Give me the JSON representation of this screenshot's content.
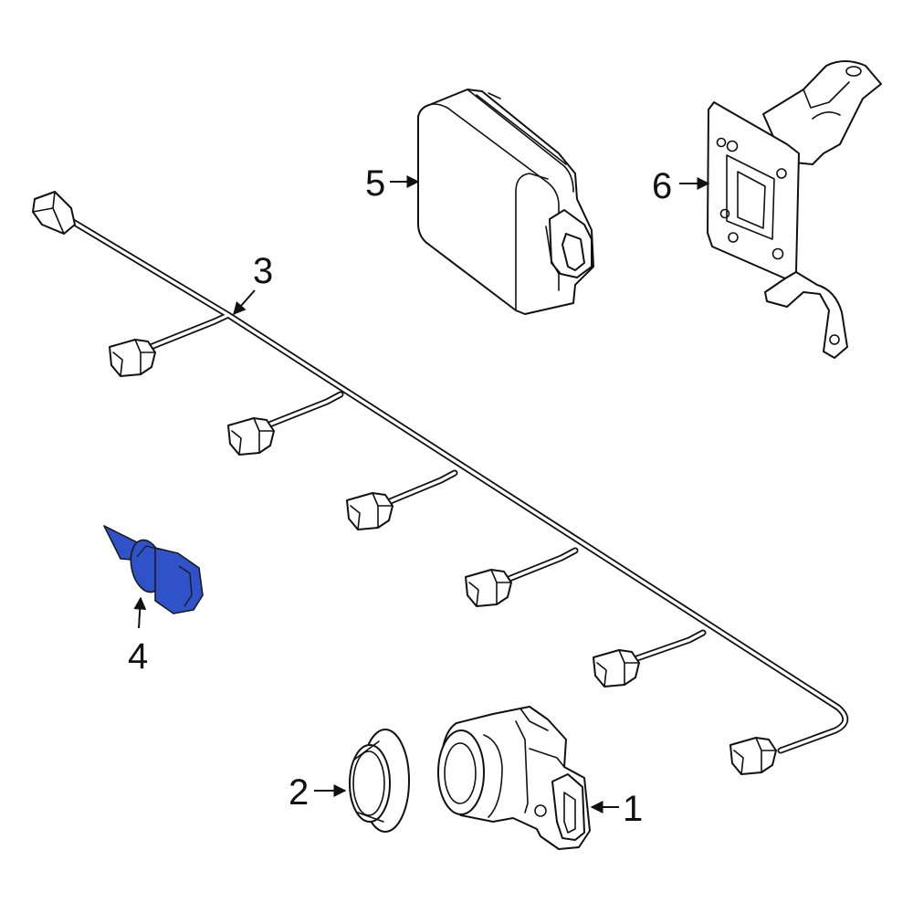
{
  "diagram": {
    "highlight_color": "#2f52c8",
    "line_color": "#111111",
    "background": "#ffffff",
    "callouts": [
      {
        "id": "1",
        "label": "1"
      },
      {
        "id": "2",
        "label": "2"
      },
      {
        "id": "3",
        "label": "3"
      },
      {
        "id": "4",
        "label": "4"
      },
      {
        "id": "5",
        "label": "5"
      },
      {
        "id": "6",
        "label": "6"
      }
    ],
    "parts": [
      {
        "callout": "1",
        "icon": "parking-sensor-icon"
      },
      {
        "callout": "2",
        "icon": "sensor-retainer-ring-icon"
      },
      {
        "callout": "3",
        "icon": "wiring-harness-icon"
      },
      {
        "callout": "4",
        "icon": "sensor-bracket-clip-icon",
        "highlighted": true
      },
      {
        "callout": "5",
        "icon": "control-module-icon"
      },
      {
        "callout": "6",
        "icon": "module-mounting-bracket-icon"
      }
    ]
  }
}
